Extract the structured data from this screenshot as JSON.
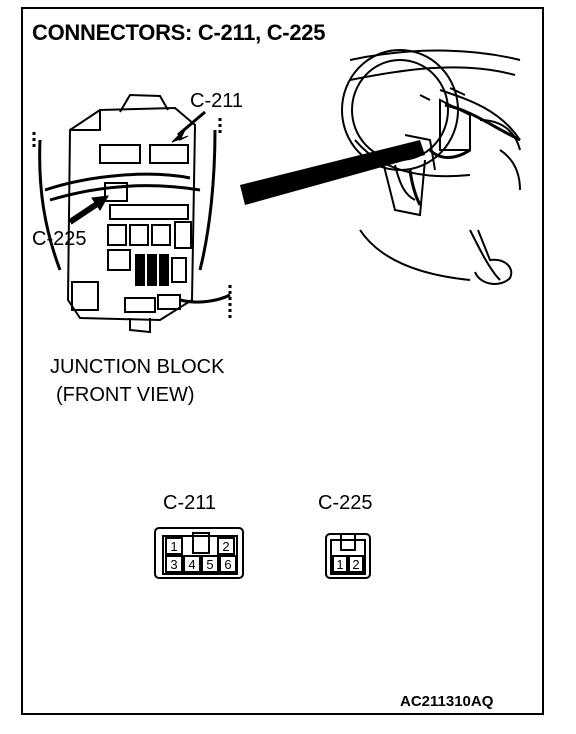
{
  "title": "CONNECTORS: C-211, C-225",
  "callouts": {
    "c211": "C-211",
    "c225": "C-225"
  },
  "junction_block": {
    "line1": "JUNCTION BLOCK",
    "line2": "(FRONT VIEW)"
  },
  "connectors": [
    {
      "label": "C-211",
      "top_pins": [
        "1",
        "2"
      ],
      "bottom_pins": [
        "3",
        "4",
        "5",
        "6"
      ]
    },
    {
      "label": "C-225",
      "pins": [
        "1",
        "2"
      ]
    }
  ],
  "figure_code": "AC211310AQ"
}
